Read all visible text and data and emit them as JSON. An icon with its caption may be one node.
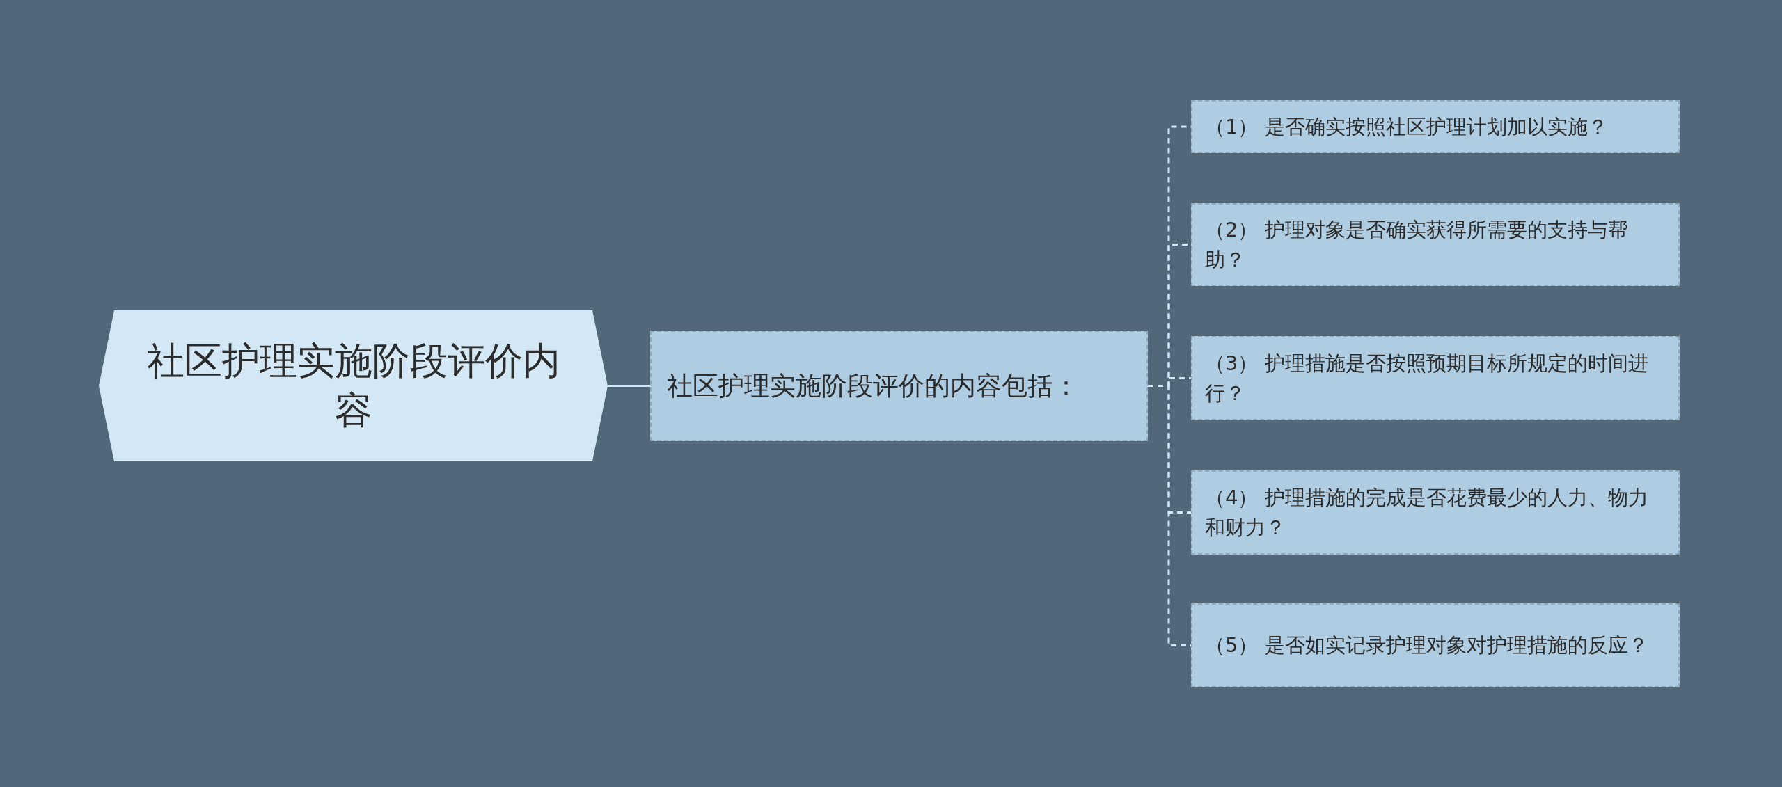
{
  "diagram": {
    "nodes": [
      {
        "text": [
          "社区护理实施阶段评价内容"
        ]
      },
      {
        "text": [
          "社区护理实施阶段评价的内容包括："
        ]
      },
      {
        "text": [
          "（1） 是否确实按照社区护理计划加以实施？"
        ]
      },
      {
        "text": [
          "（2） 护理对象是否确实获得所需要的支持与帮助？"
        ]
      },
      {
        "text": [
          "（3） 护理措施是否按照预期目标所规定的时间进行？"
        ]
      },
      {
        "text": [
          "（4） 护理措施的完成是否花费最少的人力、物力和财力？"
        ]
      },
      {
        "text": [
          "（5） 是否如实记录护理对象对护理措施的反应？"
        ]
      }
    ],
    "edges": [
      {
        "from": 0,
        "to": 1,
        "arrow": "none"
      },
      {
        "from": 1,
        "to": 2,
        "arrow": "none",
        "style": "dashed"
      },
      {
        "from": 1,
        "to": 3,
        "arrow": "none",
        "style": "dashed"
      },
      {
        "from": 1,
        "to": 4,
        "arrow": "none",
        "style": "dashed"
      },
      {
        "from": 1,
        "to": 5,
        "arrow": "none",
        "style": "dashed"
      },
      {
        "from": 1,
        "to": 6,
        "arrow": "none",
        "style": "dashed"
      }
    ]
  }
}
